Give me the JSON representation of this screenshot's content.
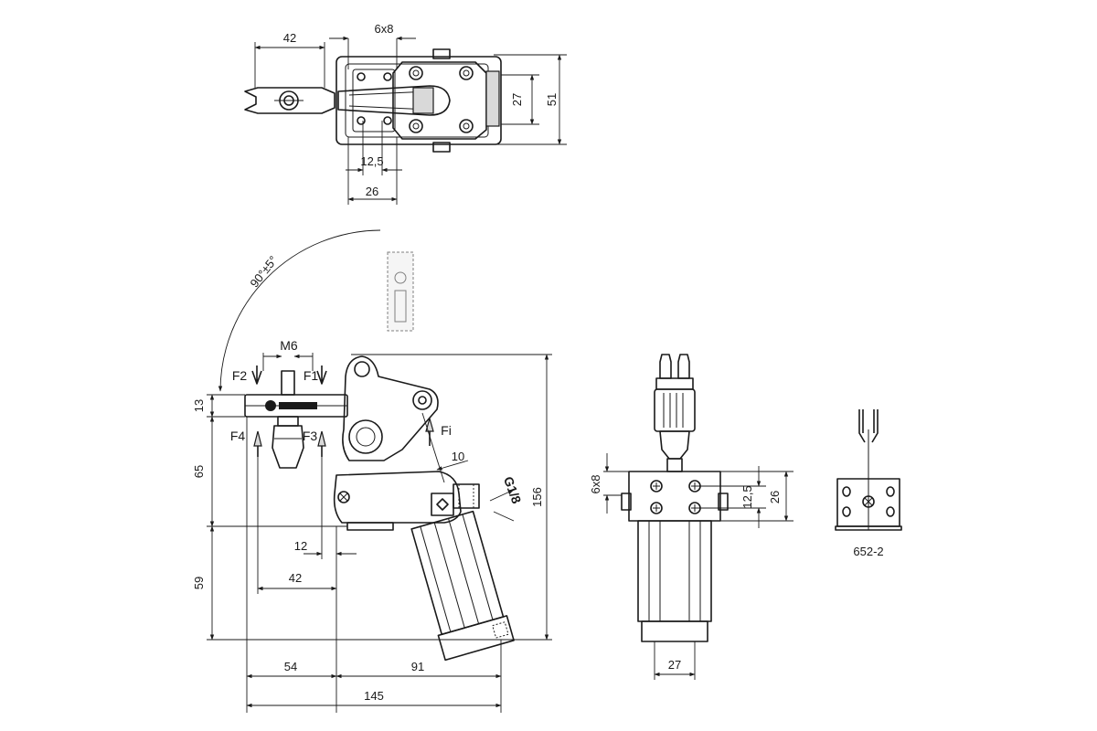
{
  "drawing": {
    "top_view": {
      "dims": {
        "w42": "42",
        "hole": "6x8",
        "w27": "27",
        "w51": "51",
        "w12_5": "12,5",
        "w26": "26"
      }
    },
    "side_view": {
      "angle": "90°±5°",
      "thread": "M6",
      "forces": {
        "f1": "F1",
        "f2": "F2",
        "f3": "F3",
        "f4": "F4",
        "fi": "Fi"
      },
      "dims": {
        "h13": "13",
        "h65": "65",
        "h59": "59",
        "h156": "156",
        "d12": "12",
        "d42": "42",
        "d10": "10",
        "port": "G1/8",
        "d54": "54",
        "d91": "91",
        "d145": "145"
      }
    },
    "front_view": {
      "dims": {
        "hole": "6x8",
        "h12_5": "12,5",
        "h26": "26",
        "w27": "27"
      }
    },
    "variant": {
      "label": "652-2"
    }
  },
  "colors": {
    "line": "#1a1a1a",
    "shade": "#d9d9d9",
    "background": "#ffffff"
  }
}
